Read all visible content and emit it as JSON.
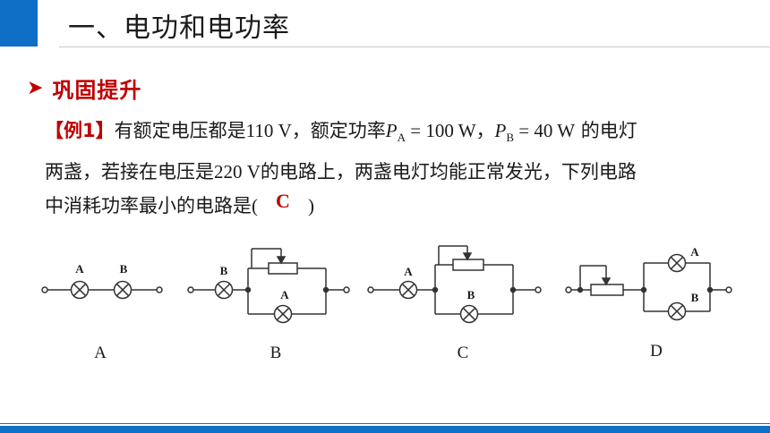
{
  "header": {
    "title": "一、电功和电功率"
  },
  "section": {
    "label": "巩固提升"
  },
  "problem": {
    "tag": "【例1】",
    "text1": "有额定电压都是",
    "v1": "110 V",
    "text2": "，额定功率",
    "pa_sym": "P",
    "pa_sub": "A",
    "pa_val": " = 100 W，",
    "pb_sym": "P",
    "pb_sub": "B",
    "pb_val": " = 40 W",
    "text3": " 的电灯",
    "line2a": "两盏，若接在电压是",
    "v2": "220 V",
    "line2b": "的电路上，两盏电灯均能正常发光，下列电路",
    "line3a": "中消耗功率最小的电路是",
    "paren_open": "(",
    "answer": "C",
    "paren_close": ")"
  },
  "diagrams": {
    "lamp_a": "A",
    "lamp_b": "B",
    "options": [
      "A",
      "B",
      "C",
      "D"
    ]
  },
  "colors": {
    "accent": "#0f6fc6",
    "highlight": "#c00000"
  }
}
